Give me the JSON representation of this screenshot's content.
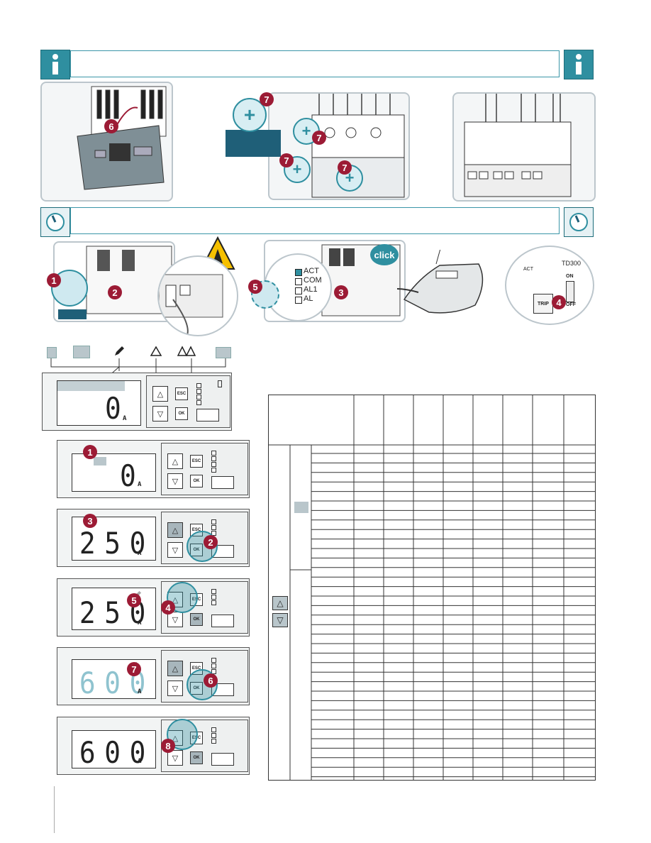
{
  "figures": {
    "top_row": {
      "step6_label": "6",
      "step7_label": "7"
    },
    "mid_row": {
      "step_numbers": [
        "1",
        "2",
        "3",
        "4",
        "5"
      ],
      "click_label": "click",
      "status_leds": [
        "ACT",
        "COM",
        "AL1",
        "AL"
      ],
      "device_label": "TD300",
      "switch_on": "ON",
      "switch_off": "OFF",
      "trip_label": "TRIP",
      "act_small": "ACT"
    },
    "lcd_sequence": [
      {
        "step": "",
        "value": "0",
        "unit": "A",
        "key_esc": "ESC",
        "key_ok": "OK"
      },
      {
        "step": "1",
        "value": "0",
        "unit": "A",
        "key_esc": "ESC",
        "key_ok": "OK"
      },
      {
        "step": "3",
        "value": "250",
        "unit": "A",
        "key_esc": "ESC",
        "key_ok": "OK",
        "hand": "2"
      },
      {
        "step": "5",
        "value": "250",
        "unit": "A",
        "key_esc": "ESC",
        "key_ok": "OK",
        "hand": "4"
      },
      {
        "step": "7",
        "value": "600",
        "unit": "A",
        "key_esc": "ESC",
        "key_ok": "OK",
        "hand": "6"
      },
      {
        "step": "",
        "value": "600",
        "unit": "A",
        "key_esc": "ESC",
        "key_ok": "OK",
        "hand": "8"
      }
    ],
    "colors": {
      "accent": "#2f8fa0",
      "badge": "#9c1b35",
      "banner_fill": "#1f5f78",
      "light": "#d8eef3"
    }
  }
}
